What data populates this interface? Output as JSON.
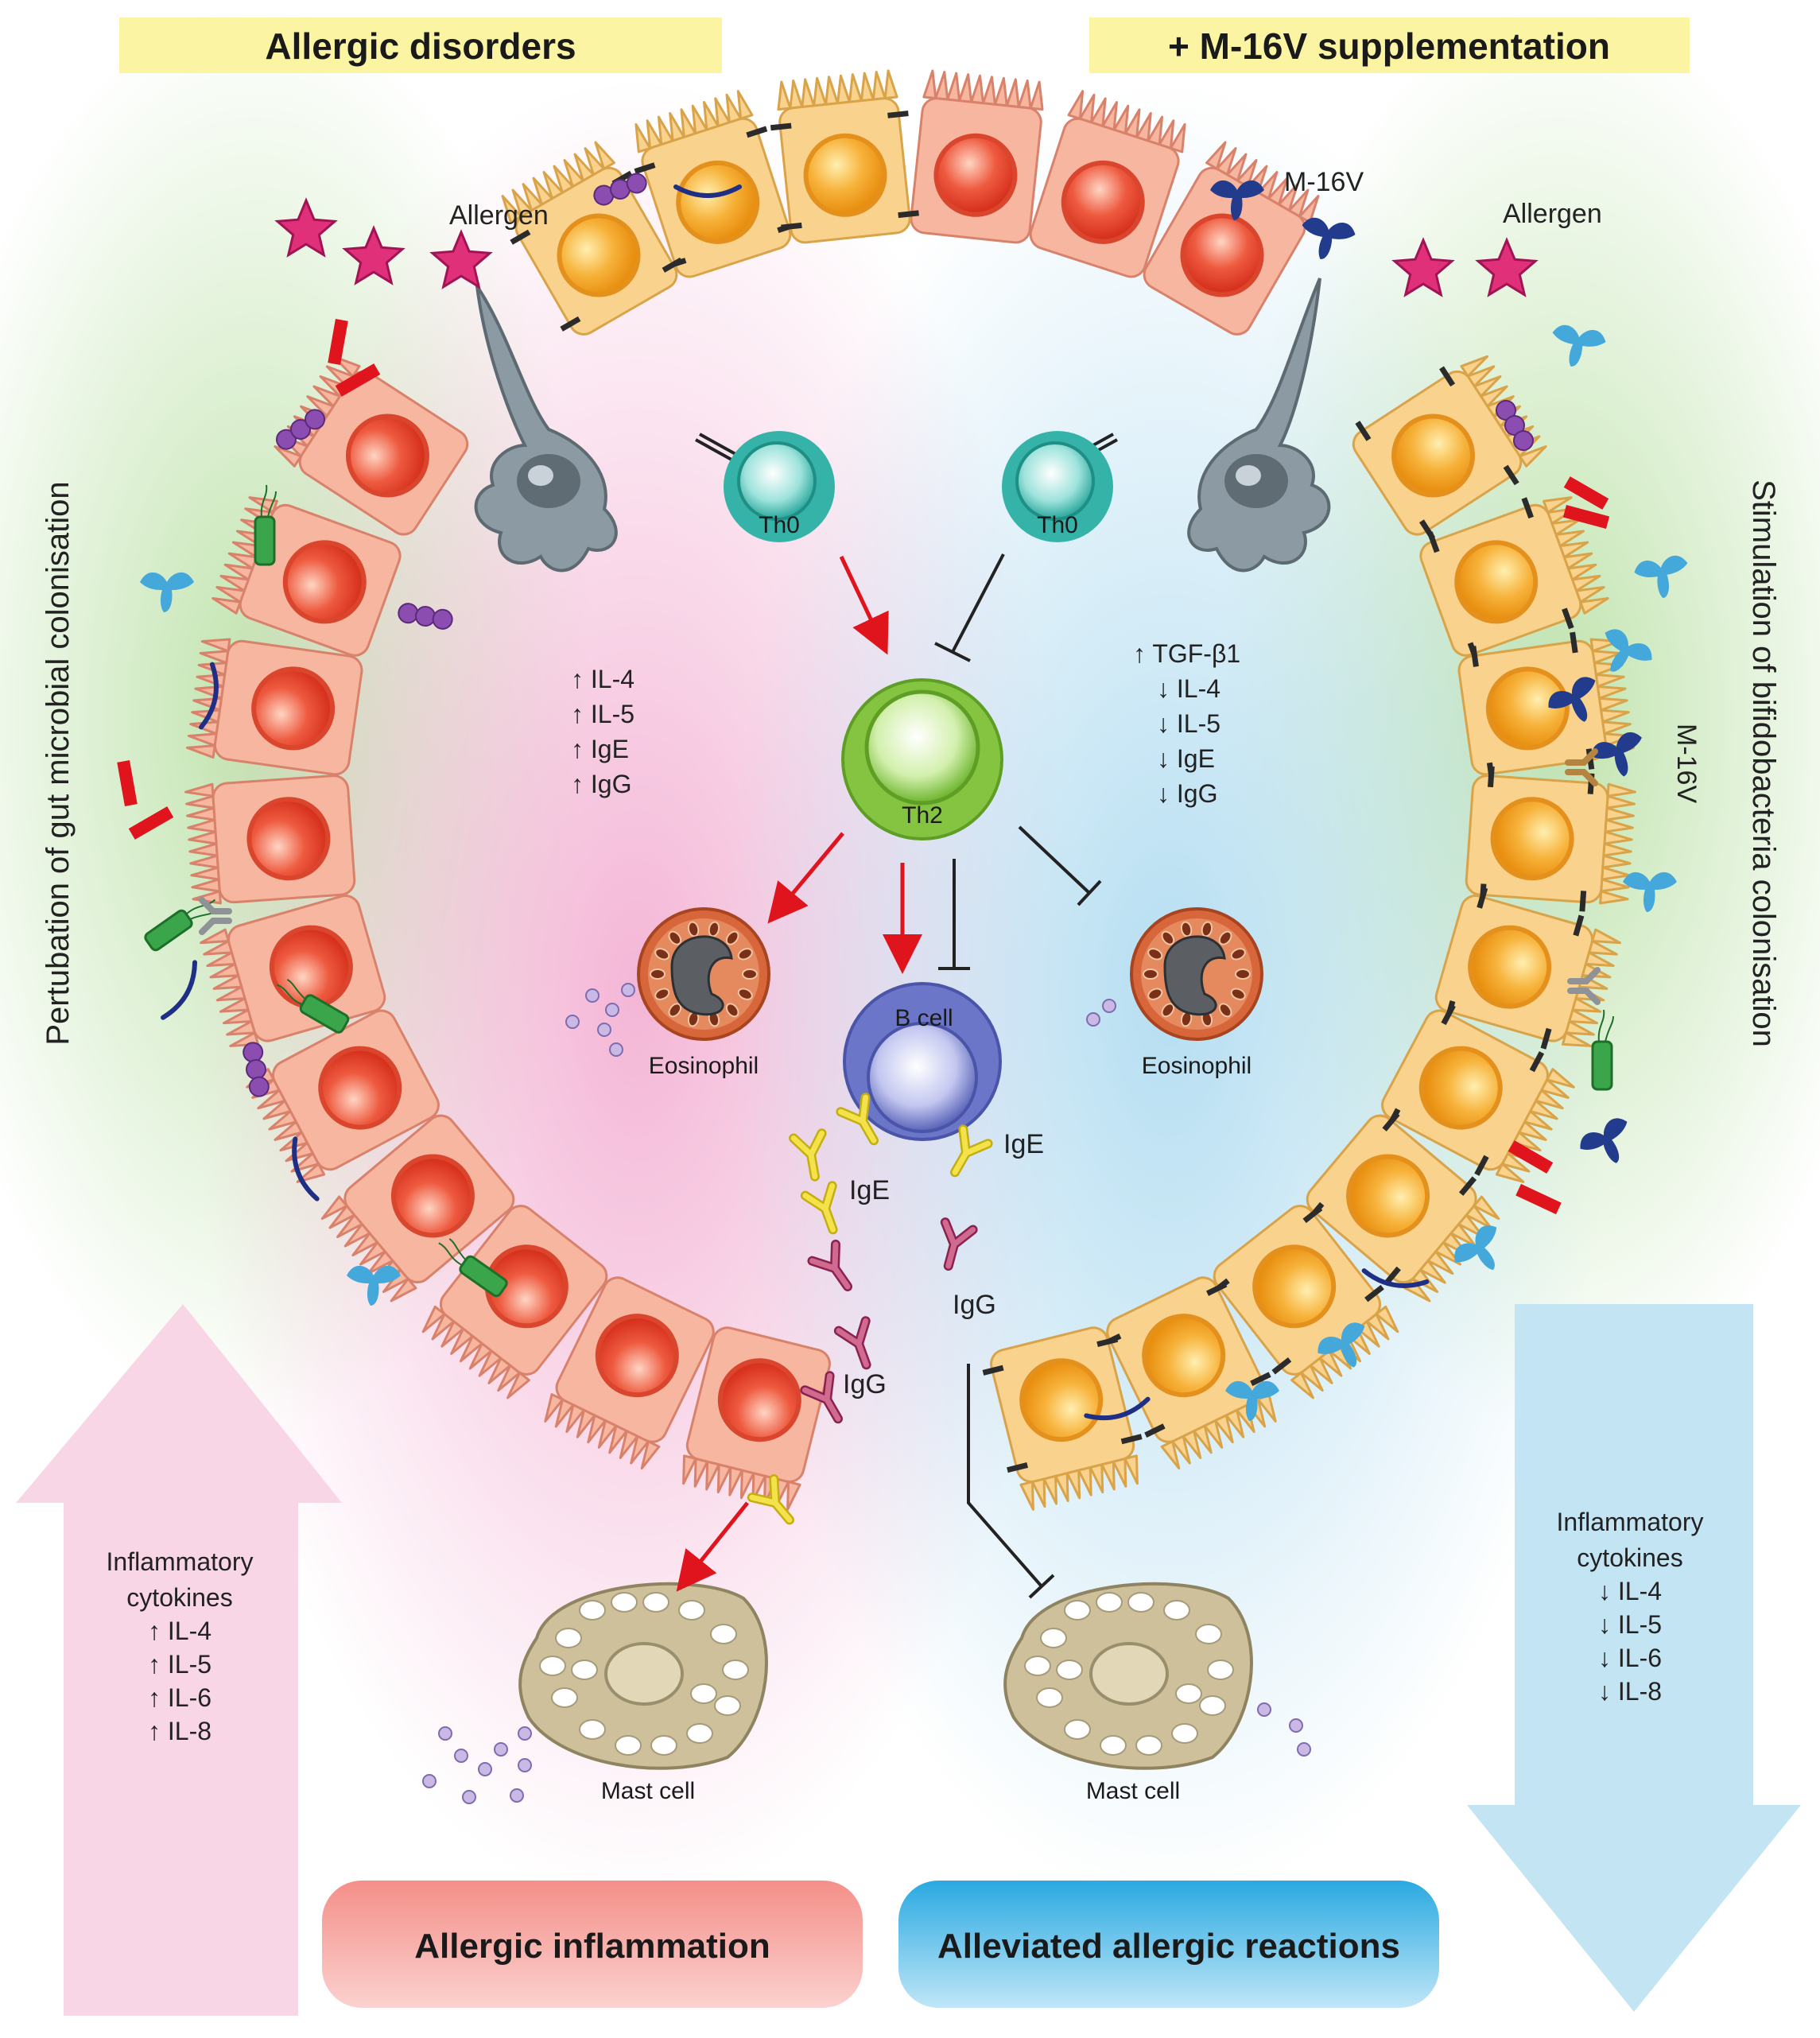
{
  "headers": {
    "left": "Allergic disorders",
    "right": "+ M-16V supplementation"
  },
  "side_labels": {
    "left": "Pertubation of gut microbial colonisation",
    "right": "Stimulation of bifidobacteria colonisation"
  },
  "labels": {
    "allergen_left": "Allergen",
    "allergen_right": "Allergen",
    "m16v_top": "M-16V",
    "m16v_side": "M-16V",
    "th0_left": "Th0",
    "th0_right": "Th0",
    "th2": "Th2",
    "bcell": "B cell",
    "ige_bcell": "IgE",
    "ige_free": "IgE",
    "igg_left": "IgG",
    "igg_right": "IgG",
    "eosinophil_left": "Eosinophil",
    "eosinophil_right": "Eosinophil",
    "mast_left": "Mast cell",
    "mast_right": "Mast cell"
  },
  "cytokines_center_left": [
    "↑ IL-4",
    "↑ IL-5",
    "↑ IgE",
    "↑ IgG"
  ],
  "cytokines_center_right": [
    "↑ TGF-β1",
    "↓ IL-4",
    "↓ IL-5",
    "↓ IgE",
    "↓ IgG"
  ],
  "arrow_left": {
    "title_lines": [
      "Inflammatory",
      "cytokines"
    ],
    "items": [
      "↑ IL-4",
      "↑ IL-5",
      "↑ IL-6",
      "↑ IL-8"
    ]
  },
  "arrow_right": {
    "title_lines": [
      "Inflammatory",
      "cytokines"
    ],
    "items": [
      "↓ IL-4",
      "↓ IL-5",
      "↓ IL-6",
      "↓ IL-8"
    ]
  },
  "outcomes": {
    "left": "Allergic inflammation",
    "right": "Alleviated allergic reactions"
  },
  "colors": {
    "header_fill": "#fbf4a2",
    "left_cell": "#f7b6a0",
    "left_nucleus": "#e9402b",
    "right_cell": "#f9d38e",
    "right_nucleus": "#f5a21c",
    "pink_glow": "#f2a9cf",
    "blue_glow": "#a8d8ef",
    "green_glow": "#b9e0a4",
    "th0": "#35b3a8",
    "th2": "#84c441",
    "bcell": "#6c76c8",
    "eosinophil": "#d7663a",
    "mast": "#c8bb94",
    "red_arrow": "#e0141c",
    "allergen": "#e0307a",
    "m16v_dark": "#233b8c",
    "m16v_light": "#45a8db"
  }
}
